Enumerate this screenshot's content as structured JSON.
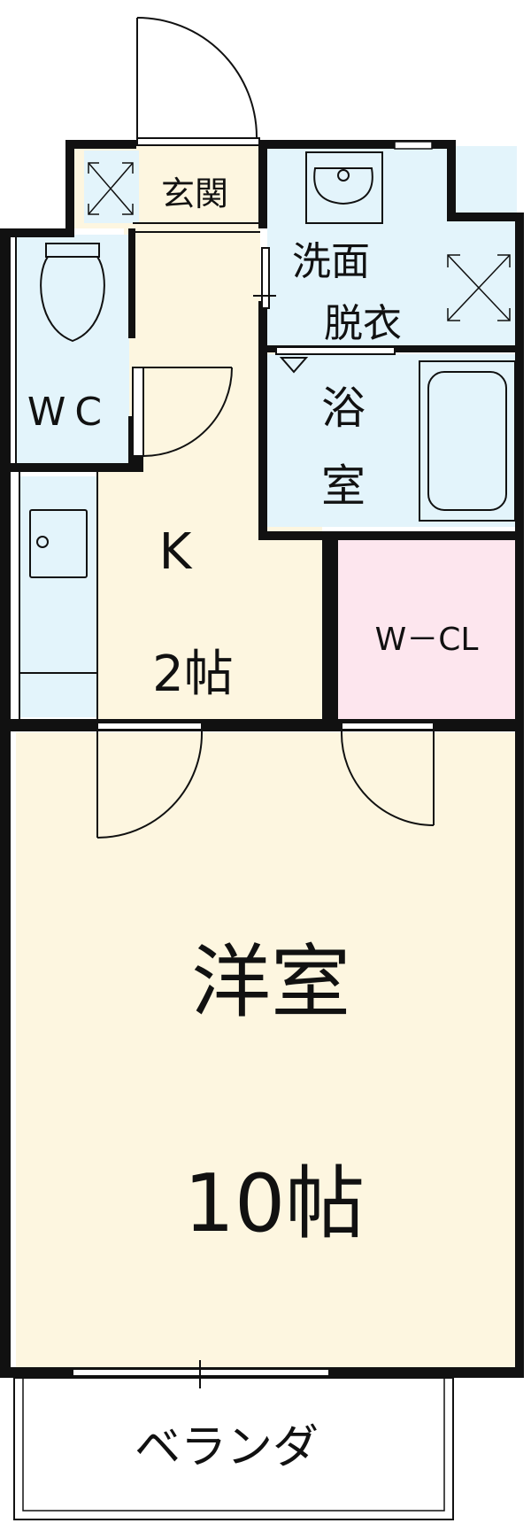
{
  "rooms": {
    "genkan": "玄関",
    "senmen": "洗面",
    "datsui": "脱衣",
    "wc": "WC",
    "yoku": "浴",
    "shitsu": "室",
    "k": "K",
    "k_size": "2帖",
    "wcl": "W－CL",
    "youshitsu": "洋室",
    "youshitsu_size": "10帖",
    "veranda": "ベランダ"
  },
  "colors": {
    "wet_area": "#e3f4fb",
    "floor": "#fdf6e0",
    "closet": "#fde6ee",
    "wall": "#111111",
    "veranda": "#ffffff"
  }
}
